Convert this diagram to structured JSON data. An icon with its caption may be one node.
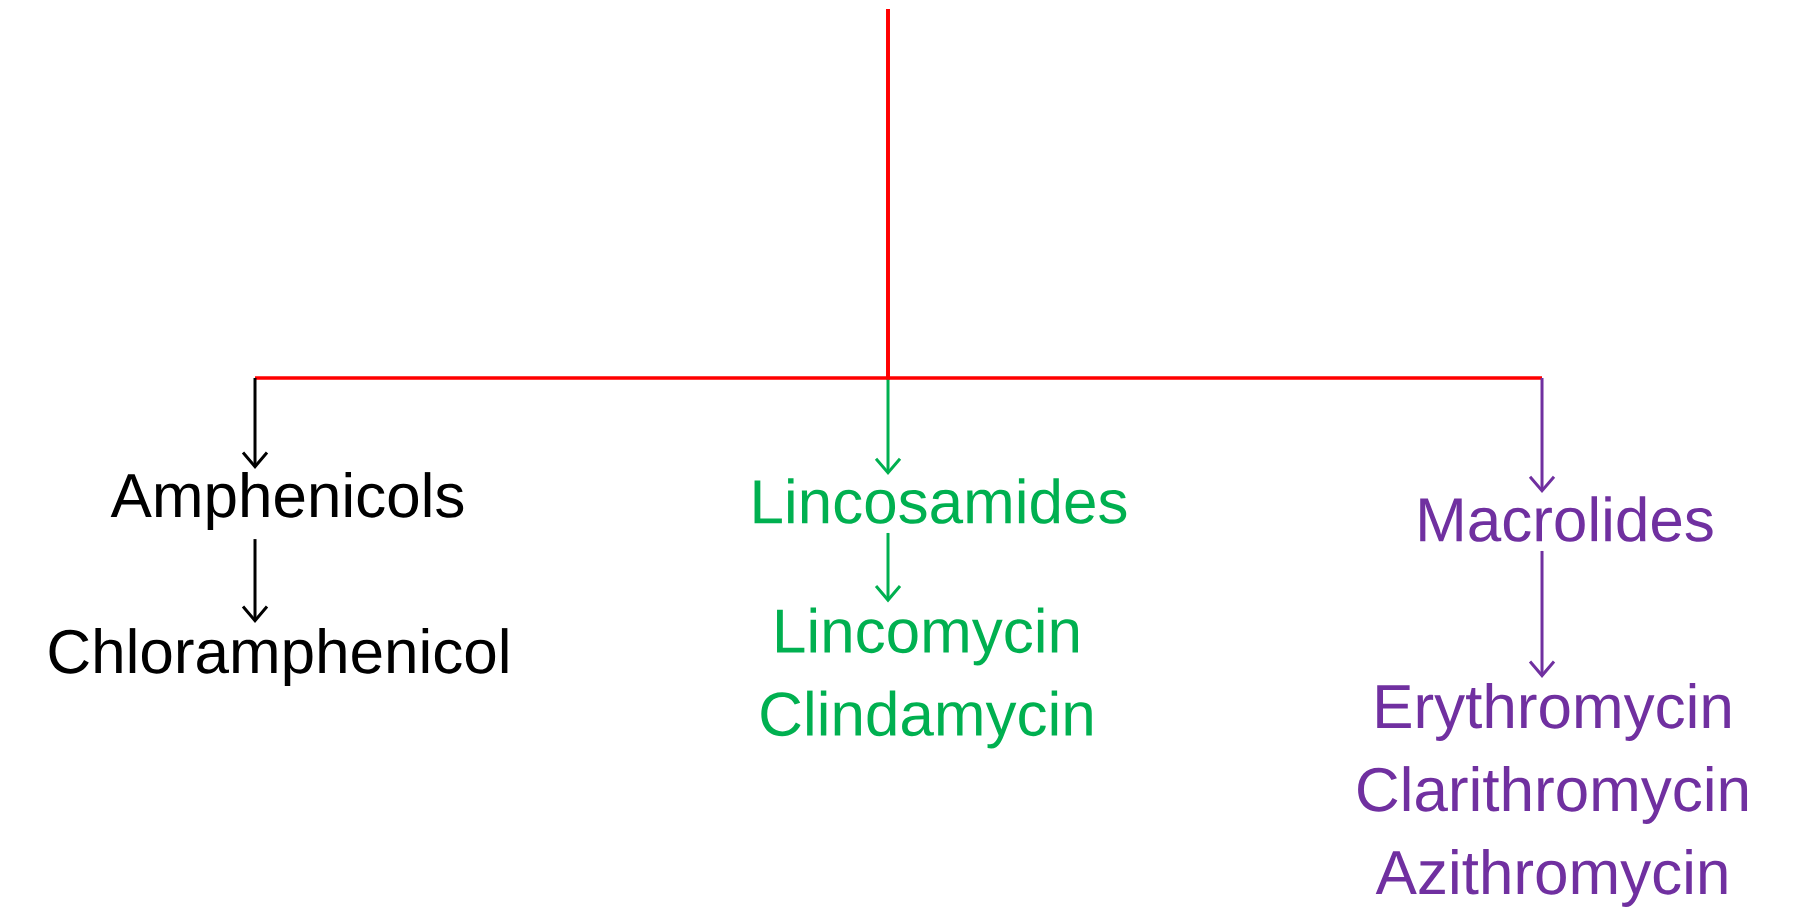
{
  "diagram": {
    "nodes": [
      {
        "text": [
          "Amphenicols"
        ]
      },
      {
        "text": [
          "Lincosamides"
        ]
      },
      {
        "text": [
          "Macrolides"
        ]
      },
      {
        "text": [
          "Chloramphenicol"
        ]
      },
      {
        "text": [
          "Lincomycin",
          "Clindamycin"
        ]
      },
      {
        "text": [
          "Erythromycin",
          "Clarithromycin",
          "Azithromycin"
        ]
      }
    ],
    "edges": [
      {
        "from": null,
        "to": 0,
        "arrow": "to",
        "color": "#ff0000"
      },
      {
        "from": null,
        "to": 1,
        "arrow": "to",
        "color": "#ff0000"
      },
      {
        "from": null,
        "to": 2,
        "arrow": "to",
        "color": "#ff0000"
      },
      {
        "from": 0,
        "to": 3,
        "arrow": "to",
        "color": "#000000"
      },
      {
        "from": 1,
        "to": 4,
        "arrow": "to",
        "color": "#00b050"
      },
      {
        "from": 2,
        "to": 5,
        "arrow": "to",
        "color": "#7030a0"
      }
    ]
  }
}
